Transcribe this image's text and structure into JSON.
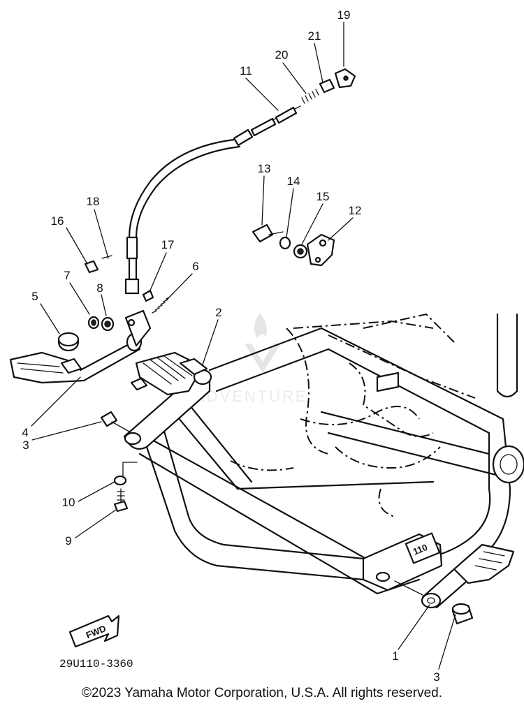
{
  "diagram": {
    "drawing_code": "29U110-3360",
    "fwd_label": "FWD",
    "watermark": "LEADVENTURE",
    "copyright": "©2023 Yamaha Motor Corporation, U.S.A. All rights reserved.",
    "callouts": [
      {
        "id": "c19",
        "text": "19"
      },
      {
        "id": "c21",
        "text": "21"
      },
      {
        "id": "c20",
        "text": "20"
      },
      {
        "id": "c11",
        "text": "11"
      },
      {
        "id": "c13",
        "text": "13"
      },
      {
        "id": "c14",
        "text": "14"
      },
      {
        "id": "c15a",
        "text": "15"
      },
      {
        "id": "c12",
        "text": "12"
      },
      {
        "id": "c18",
        "text": "18"
      },
      {
        "id": "c16",
        "text": "16"
      },
      {
        "id": "c17",
        "text": "17"
      },
      {
        "id": "c6",
        "text": "6"
      },
      {
        "id": "c7",
        "text": "7"
      },
      {
        "id": "c8",
        "text": "8"
      },
      {
        "id": "c5",
        "text": "5"
      },
      {
        "id": "c2",
        "text": "2"
      },
      {
        "id": "c4",
        "text": "4"
      },
      {
        "id": "c3a",
        "text": "3"
      },
      {
        "id": "c10",
        "text": "10"
      },
      {
        "id": "c9",
        "text": "9"
      },
      {
        "id": "c1",
        "text": "1"
      },
      {
        "id": "c3b",
        "text": "3"
      }
    ]
  }
}
